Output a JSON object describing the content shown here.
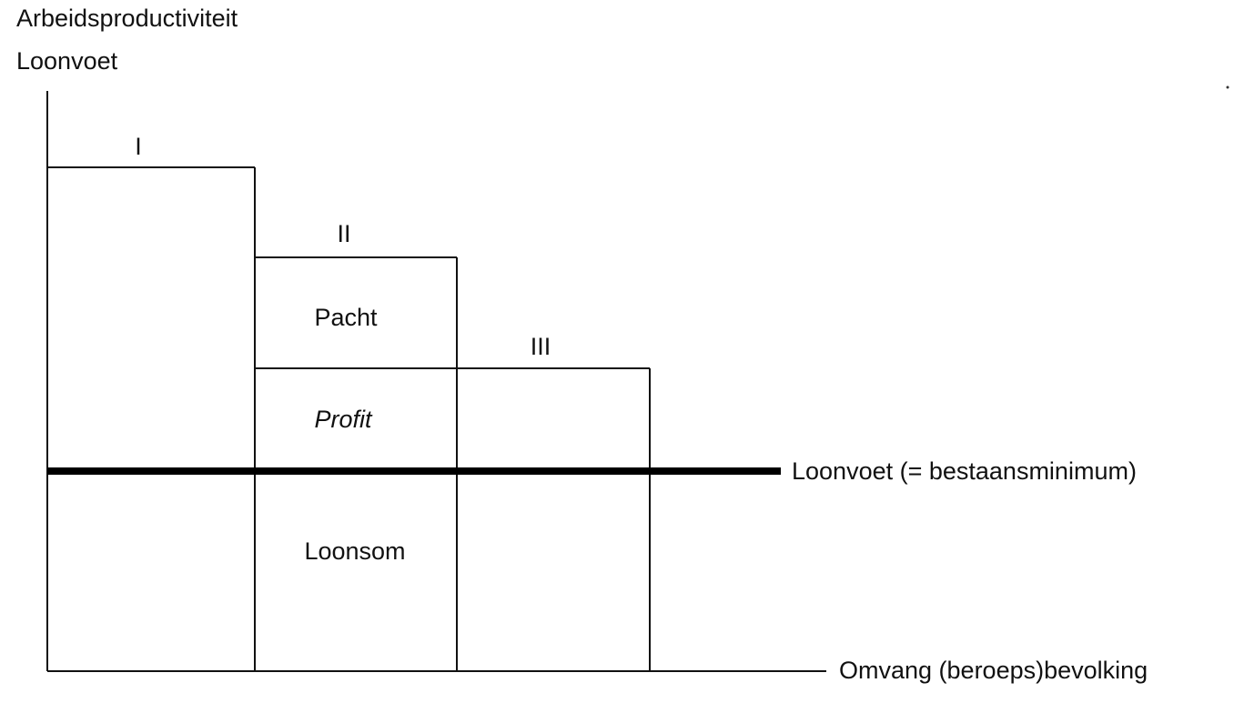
{
  "y_axis_labels": [
    "Arbeidsproductiviteit",
    "Loonvoet"
  ],
  "x_axis_label": "Omvang (beroeps)bevolking",
  "wage_line_label": "Loonvoet (= bestaansminimum)",
  "tiers": [
    {
      "id": "I",
      "label": "I"
    },
    {
      "id": "II",
      "label": "II"
    },
    {
      "id": "III",
      "label": "III"
    }
  ],
  "regions": {
    "pacht": "Pacht",
    "profit": "Profit",
    "loonsom": "Loonsom"
  }
}
